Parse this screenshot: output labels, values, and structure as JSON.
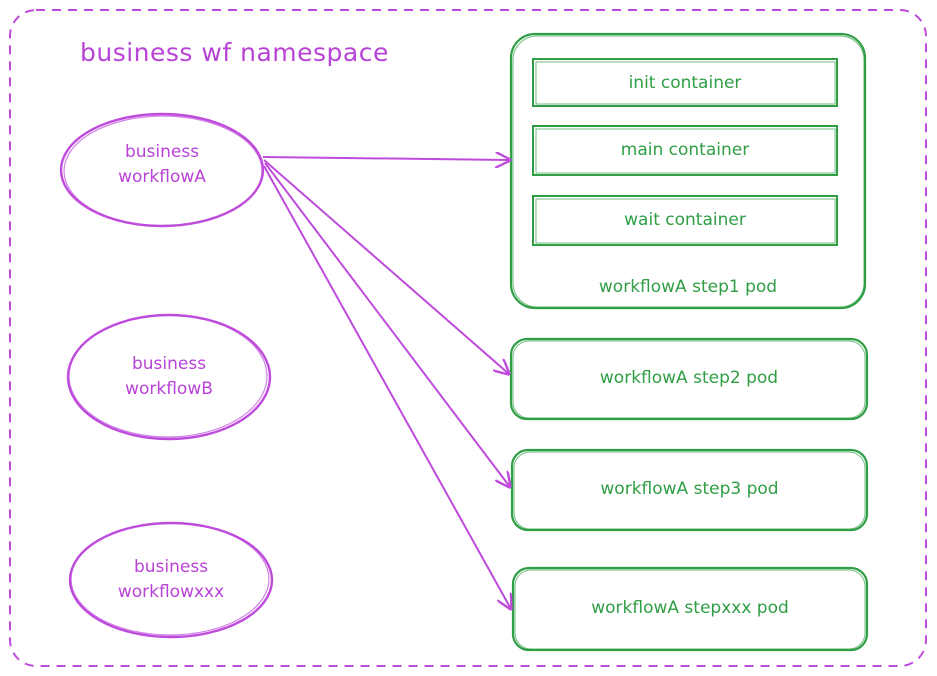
{
  "namespace": {
    "label": "business wf namespace",
    "border_color": "#be4bdb"
  },
  "workflows": [
    {
      "line1": "business",
      "line2": "workflowA"
    },
    {
      "line1": "business",
      "line2": "workflowB"
    },
    {
      "line1": "business",
      "line2": "workflowxxx"
    }
  ],
  "step1_pod": {
    "label": "workflowA step1 pod",
    "containers": [
      "init container",
      "main container",
      "wait container"
    ]
  },
  "pods": [
    "workflowA step2 pod",
    "workflowA step3 pod",
    "workflowA stepxxx pod"
  ],
  "colors": {
    "purple": "#be4bdb",
    "green": "#2f9e44"
  }
}
